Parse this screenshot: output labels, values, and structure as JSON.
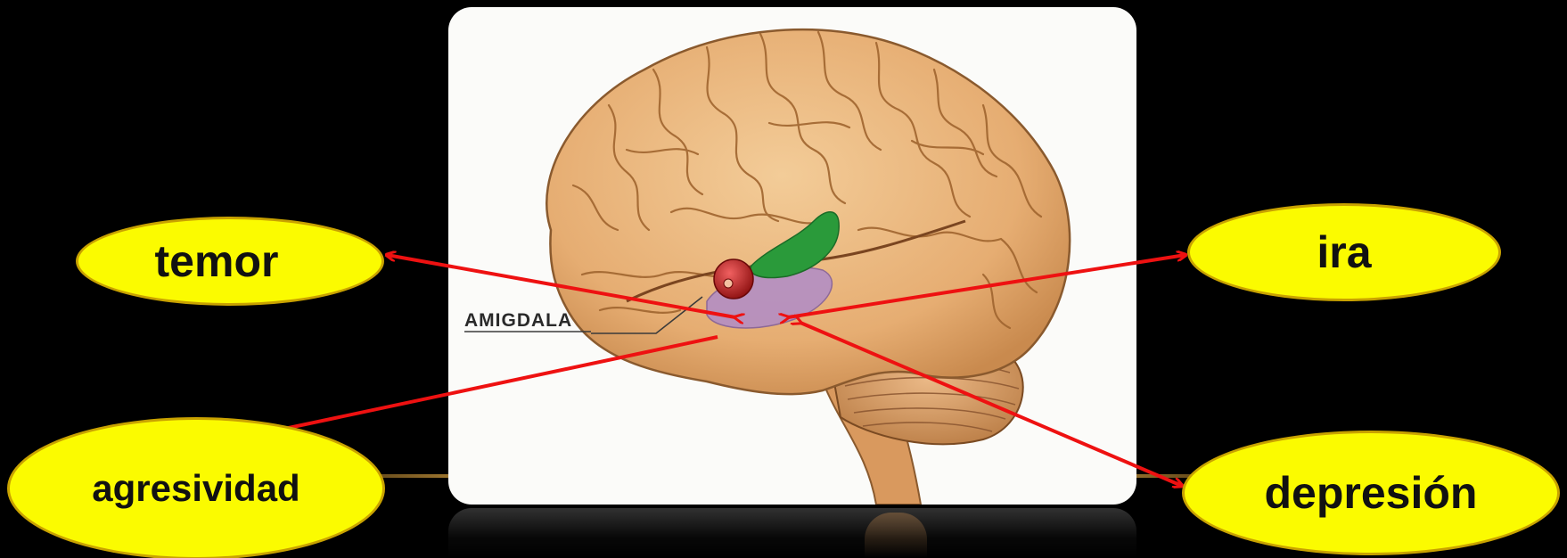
{
  "figure": {
    "structure_label": "AMIGDALA",
    "colors": {
      "background": "#000000",
      "bubble_fill": "#fbfb00",
      "arrow": "#ee1111",
      "brain": "#e9b47a",
      "amygdala": "#c91d1d",
      "hippocampus_green": "#2a9a3a",
      "purple_region": "#b08cc8"
    }
  },
  "bubbles": {
    "temor": "temor",
    "ira": "ira",
    "agresividad": "agresividad",
    "depresion": "depresión"
  }
}
